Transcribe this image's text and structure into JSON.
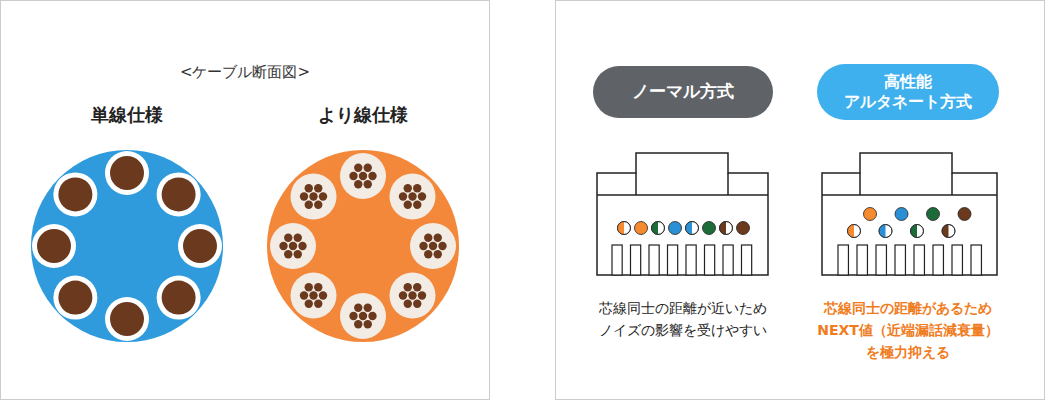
{
  "diagram": {
    "nodes": [
      {
        "text": [
          "ノーマル方式"
        ]
      },
      {
        "text": [
          "高性能 アルタネート方式"
        ]
      },
      {
        "text": [
          "単線仕様"
        ]
      },
      {
        "text": [
          "より線仕様"
        ]
      }
    ],
    "labels": [
      "<ケーブル断面図>",
      "芯線同士の距離が近いため ノイズの影響を受けやすい",
      "芯線同士の距離があるため NEXT値（近端漏話減衰量） を極力抑える"
    ]
  }
}
